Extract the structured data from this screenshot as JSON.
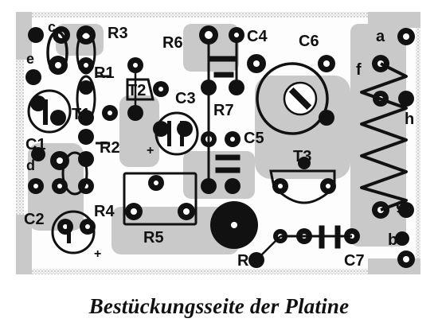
{
  "caption": "Bestückungsseite der Platine",
  "labels": {
    "R1": "R1",
    "R2": "R2",
    "R3": "R3",
    "R4": "R4",
    "R5": "R5",
    "R6": "R6",
    "R7": "R7",
    "R8": "R8",
    "C1": "C1",
    "C2": "C2",
    "C3": "C3",
    "C4": "C4",
    "C5": "C5",
    "C6": "C6",
    "C7": "C7",
    "T1": "T1",
    "T2": "T2",
    "T3": "T3",
    "a": "a",
    "b": "b",
    "c": "c",
    "d": "d",
    "e": "e",
    "f": "f",
    "g": "g",
    "h": "h",
    "plus1": "+",
    "plus2": "+"
  }
}
